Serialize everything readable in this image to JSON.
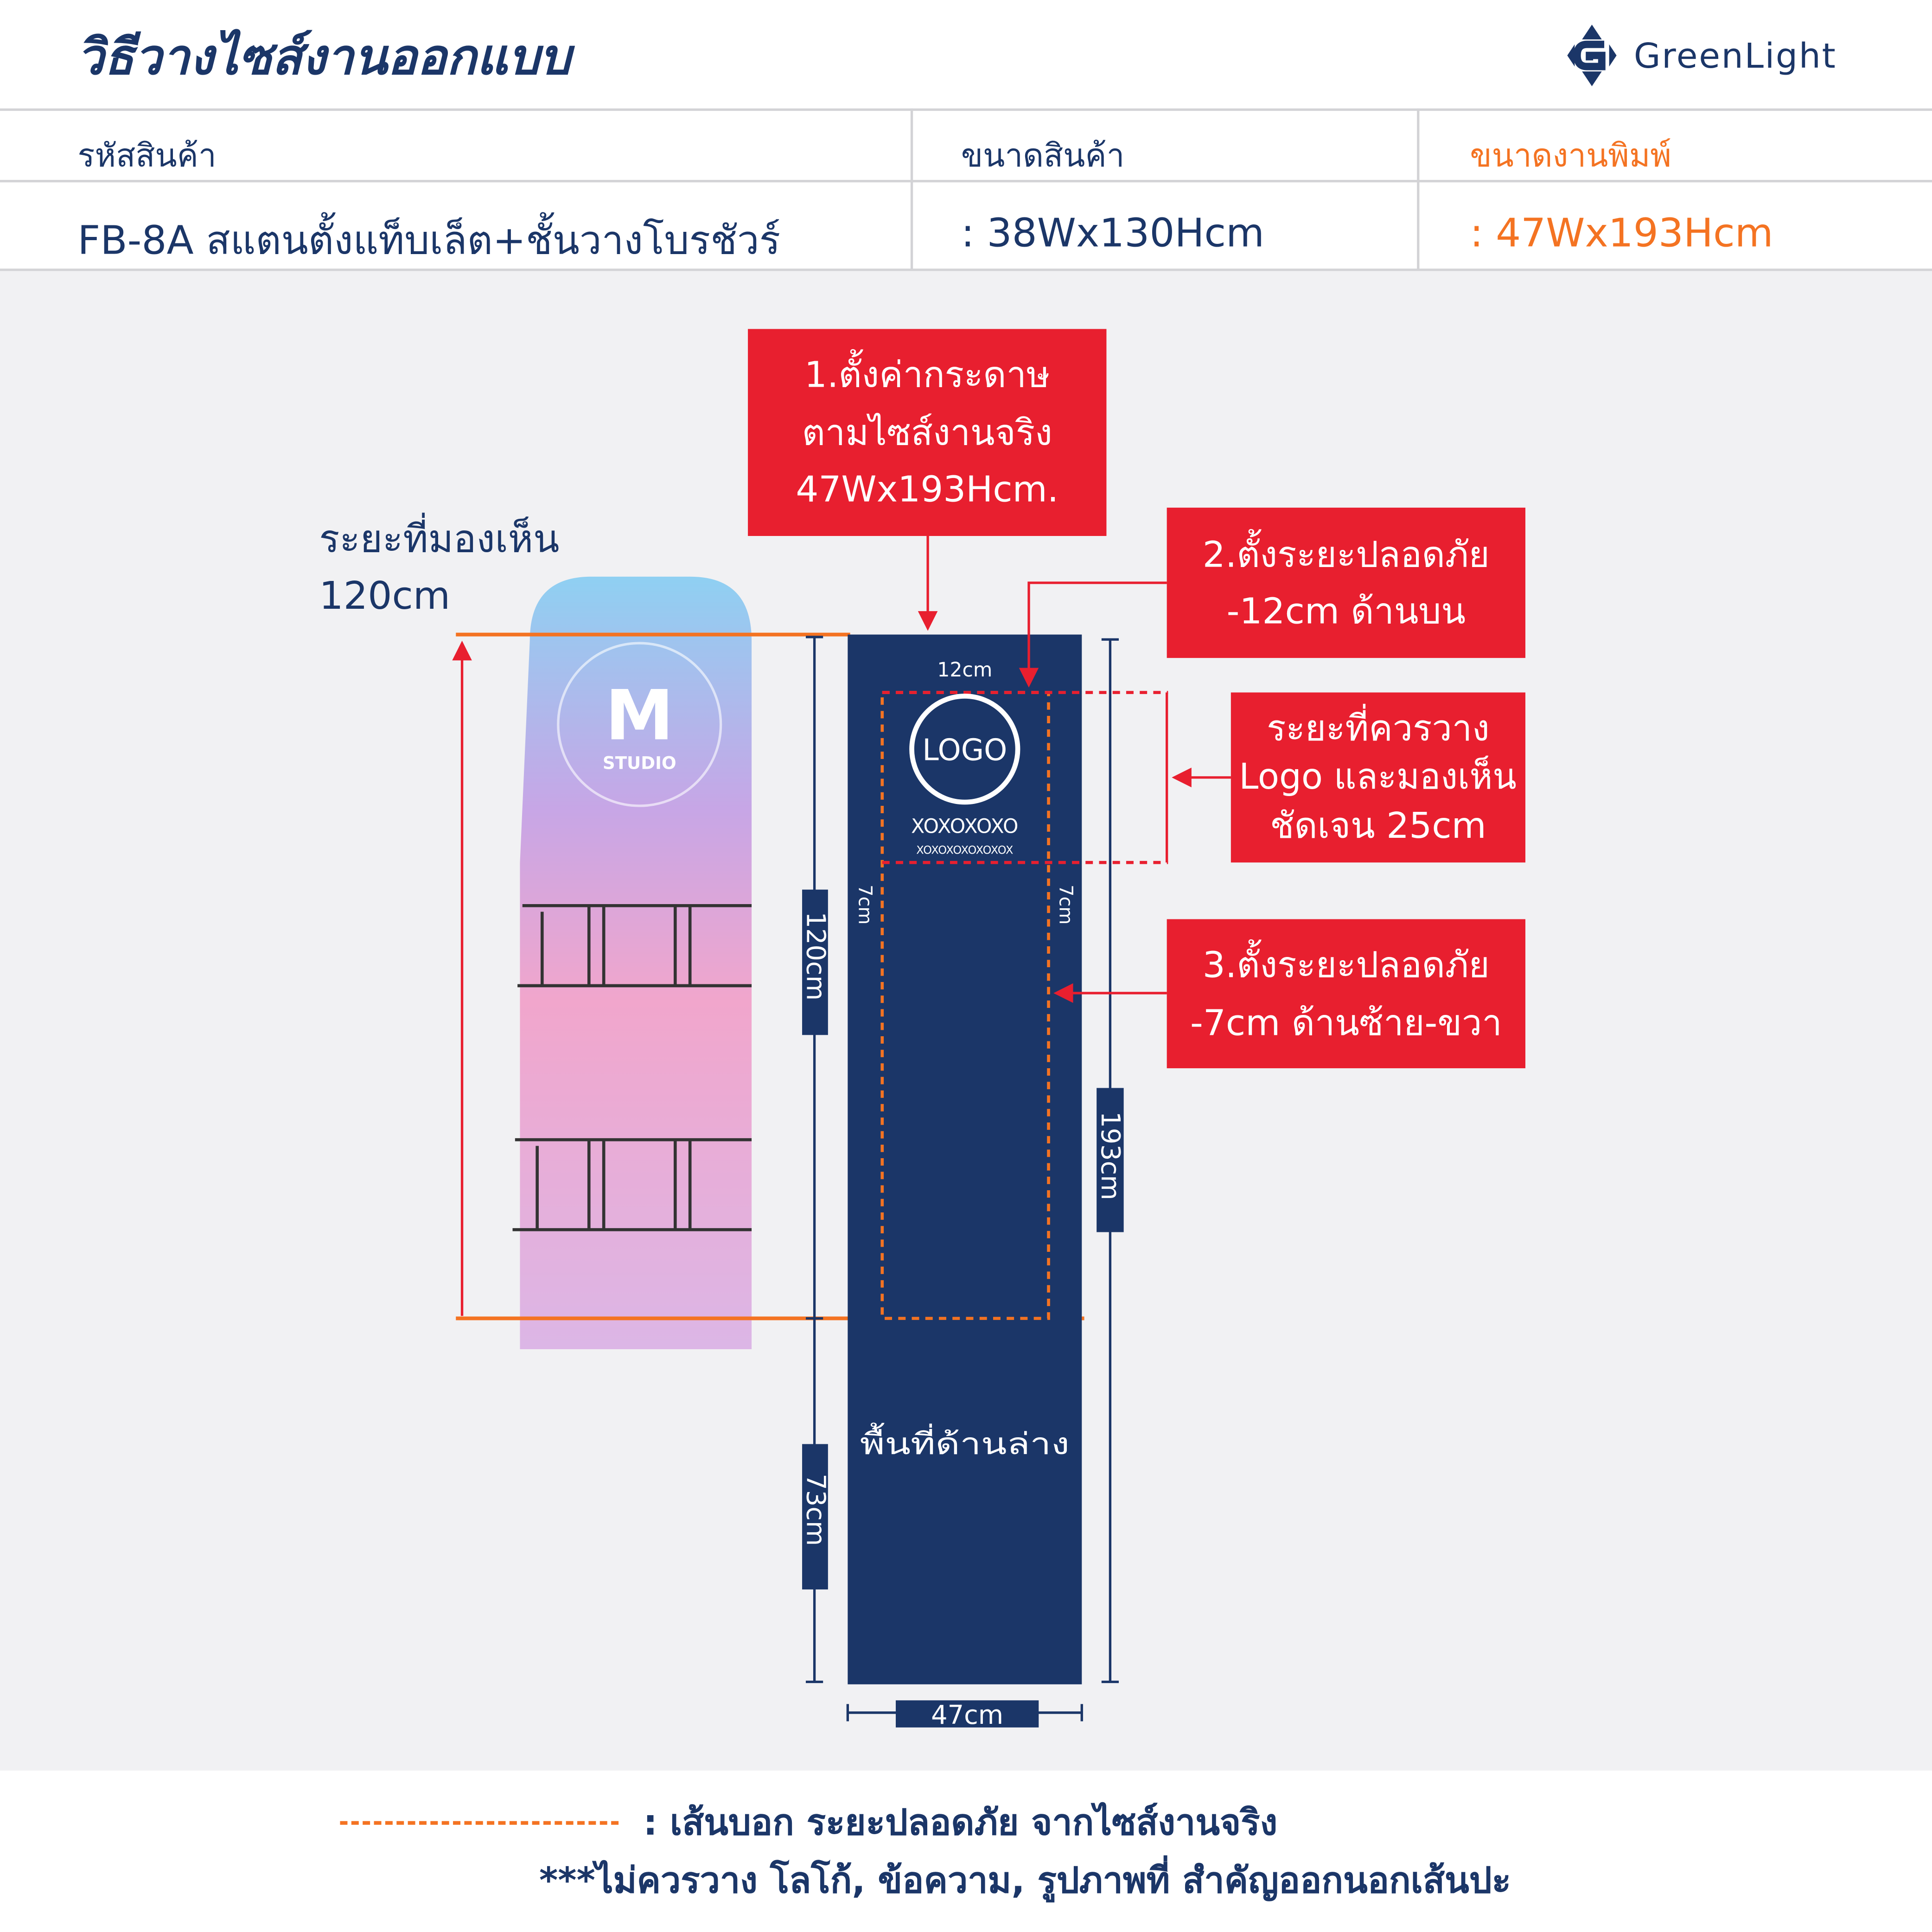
{
  "header": {
    "title": "วิธีวางไซส์งานออกแบบ",
    "brand": "GreenLight"
  },
  "info_table": {
    "code_label": "รหัสสินค้า",
    "code_value": "FB-8A  สแตนตั้งแท็บเล็ต+ชั้นวางโบรชัวร์",
    "size_label": "ขนาดสินค้า",
    "size_value": ": 38Wx130Hcm",
    "print_label": "ขนาดงานพิมพ์",
    "print_value": ": 47Wx193Hcm"
  },
  "callouts": {
    "step1": [
      "1.ตั้งค่ากระดาษ",
      "ตามไซส์งานจริง",
      "47Wx193Hcm."
    ],
    "step2": [
      "2.ตั้งระยะปลอดภัย",
      "-12cm ด้านบน"
    ],
    "logo_area": [
      "ระยะที่ควรวาง",
      "Logo และมองเห็น",
      "ชัดเจน 25cm"
    ],
    "step3": [
      "3.ตั้งระยะปลอดภัย",
      "-7cm ด้านซ้าย-ขวา"
    ]
  },
  "visible_area": {
    "label": "ระยะที่มองเห็น",
    "value": "120cm"
  },
  "stand_preview": {
    "brand_letter": "M",
    "brand_name": "STUDIO"
  },
  "artwork": {
    "top_margin": "12cm",
    "logo": "LOGO",
    "text_main": "XOXOXOXO",
    "text_sub": "XOXOXOXOXOXOX",
    "side_margin_left": "7cm",
    "side_margin_right": "7cm",
    "bottom_area": "พื้นที่ด้านล่าง"
  },
  "dimensions": {
    "visible": "120cm",
    "bottom": "73cm",
    "total_height": "193cm",
    "width": "47cm"
  },
  "legend": {
    "line1": ": เส้นบอก ระยะปลอดภัย จากไซส์งานจริง",
    "line2": "***ไม่ควรวาง  โลโก้, ข้อความ, รูปภาพที่ สำคัญออกนอกเส้นปะ"
  },
  "colors": {
    "navy": "#1b3668",
    "red": "#e81f2f",
    "orange": "#f47322",
    "background": "#f1f1f3"
  }
}
